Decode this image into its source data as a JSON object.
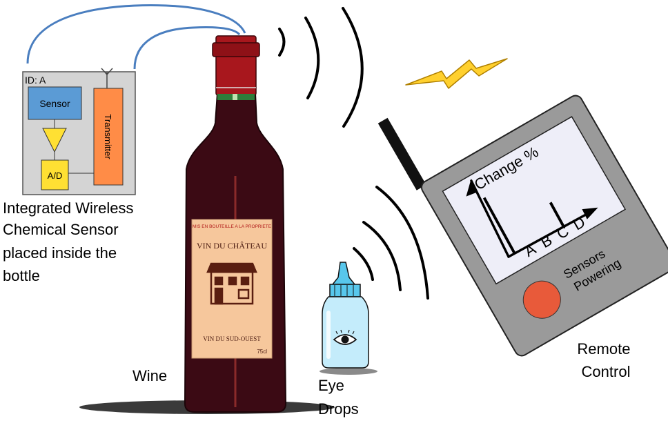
{
  "sensor_module": {
    "id_label": "ID: A",
    "sensor_label": "Sensor",
    "ad_label": "A/D",
    "transmitter_label": "Transmitter"
  },
  "captions": {
    "sensor_caption_lines": [
      "Integrated Wireless",
      "Chemical Sensor",
      "placed inside the",
      "bottle"
    ],
    "wine": "Wine",
    "eye_drops_lines": [
      "Eye",
      "Drops"
    ],
    "remote_control_lines": [
      "Remote",
      "Control"
    ]
  },
  "wine_label": {
    "top_text": "MIS EN BOUTEILLE A LA PROPRIETE",
    "name": "VIN DU CHÂTEAU",
    "region": "VIN DU SUD-OUEST",
    "volume": "75cl"
  },
  "remote_display": {
    "axis_label": "Change %",
    "categories": [
      "A",
      "B",
      "C",
      "D"
    ],
    "button_label_lines": [
      "Sensors",
      "Powering"
    ]
  },
  "colors": {
    "sensor_block": "#5b9bd5",
    "ad_block": "#ffe033",
    "transmitter_block": "#ff8c47",
    "module_bg": "#d4d4d4",
    "bottle": "#3b0a14",
    "capsule": "#a8171d",
    "label_bg": "#f6c79c",
    "bolt": "#ffd02e",
    "remote_body": "#9a9a9a",
    "screen": "#eeeef8",
    "power_button": "#e85a3a",
    "wires": "#4a7ebf"
  },
  "icons": {
    "signal": "radio-waves-icon",
    "bolt": "lightning-bolt-icon",
    "eye": "eye-icon"
  }
}
